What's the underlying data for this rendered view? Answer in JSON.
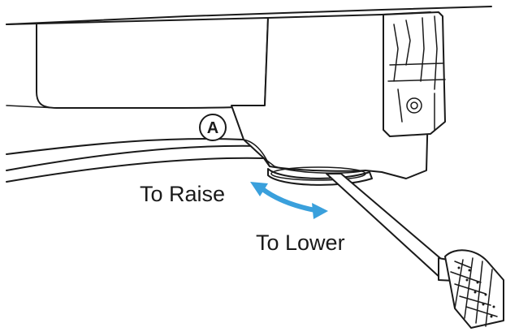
{
  "callout": {
    "label": "A"
  },
  "adjustment": {
    "raise_label": "To Raise",
    "lower_label": "To Lower",
    "arrow_color": "#3aa0dc"
  },
  "icons": {
    "direction_arrow": "double-headed-curved-arrow",
    "tool": "screwdriver-icon"
  }
}
